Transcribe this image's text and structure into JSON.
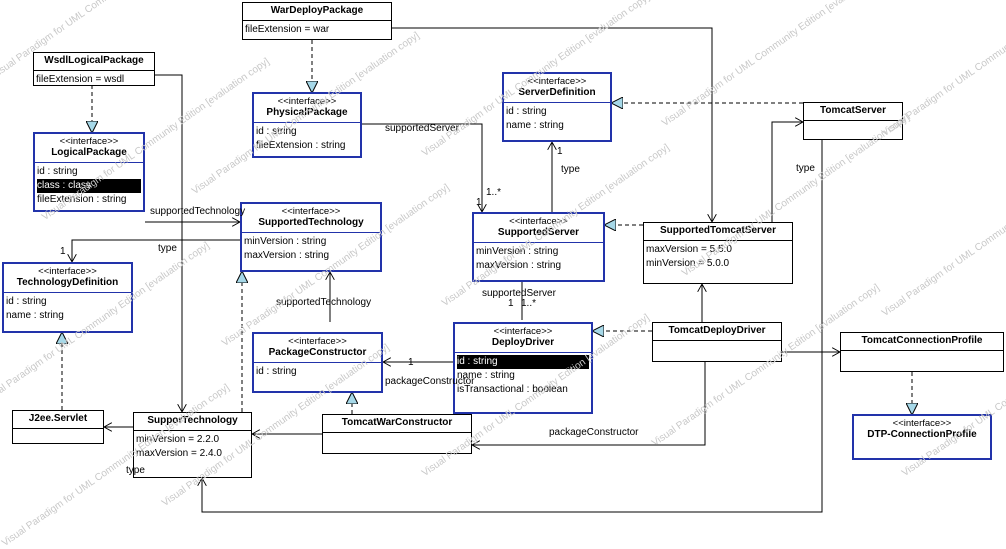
{
  "watermark": "Visual Paradigm for UML Community Edition [evaluation copy]",
  "stereotype": "<<interface>>",
  "classes": {
    "war": {
      "name": "WarDeployPackage",
      "attrs": [
        "fileExtension = war"
      ]
    },
    "wsdl": {
      "name": "WsdlLogicalPackage",
      "attrs": [
        "fileExtension = wsdl"
      ]
    },
    "logical": {
      "name": "LogicalPackage",
      "attrs": [
        "id : string",
        "class : class",
        "fileExtension : string"
      ]
    },
    "physical": {
      "name": "PhysicalPackage",
      "attrs": [
        "id : string",
        "fileExtension : string"
      ]
    },
    "serverdef": {
      "name": "ServerDefinition",
      "attrs": [
        "id : string",
        "name : string"
      ]
    },
    "tomcatserver": {
      "name": "TomcatServer",
      "attrs": []
    },
    "supptech": {
      "name": "SupportedTechnology",
      "attrs": [
        "minVersion : string",
        "maxVersion : string"
      ]
    },
    "suppserver": {
      "name": "SupportedServer",
      "attrs": [
        "minVersion : string",
        "maxVersion : string"
      ]
    },
    "supptomcat": {
      "name": "SupportedTomcatServer",
      "attrs": [
        "maxVersion = 5.5.0",
        "minVersion = 5.0.0"
      ]
    },
    "techdef": {
      "name": "TechnologyDefinition",
      "attrs": [
        "id : string",
        "name : string"
      ]
    },
    "pkgcons": {
      "name": "PackageConstructor",
      "attrs": [
        "id : string"
      ]
    },
    "deploydriver": {
      "name": "DeployDriver",
      "attrs": [
        "id : string",
        "name : string",
        "isTransactional : boolean"
      ]
    },
    "tomcatdeploy": {
      "name": "TomcatDeployDriver",
      "attrs": []
    },
    "tomcatconn": {
      "name": "TomcatConnectionProfile",
      "attrs": []
    },
    "j2ee": {
      "name": "J2ee.Servlet",
      "attrs": []
    },
    "supportech": {
      "name": "SupporTechnology",
      "attrs": [
        "minVersion = 2.2.0",
        "maxVersion = 2.4.0"
      ]
    },
    "tomcatwar": {
      "name": "TomcatWarConstructor",
      "attrs": []
    },
    "dtp": {
      "name": "DTP-ConnectionProfile",
      "attrs": []
    }
  },
  "labels": {
    "supportedServer1": "supportedServer",
    "supportedServer2": "supportedServer",
    "supportedTechnology1": "supportedTechnology",
    "supportedTechnology2": "supportedTechnology",
    "type1": "type",
    "type2": "type",
    "type3": "type",
    "type4": "type",
    "packageConstructor1": "packageConstructor",
    "packageConstructor2": "packageConstructor",
    "mult1a": "1",
    "mult1b": "1..*",
    "mult2": "1",
    "mult3": "1",
    "mult4a": "1",
    "mult4b": "1..*",
    "mult5": "1"
  }
}
